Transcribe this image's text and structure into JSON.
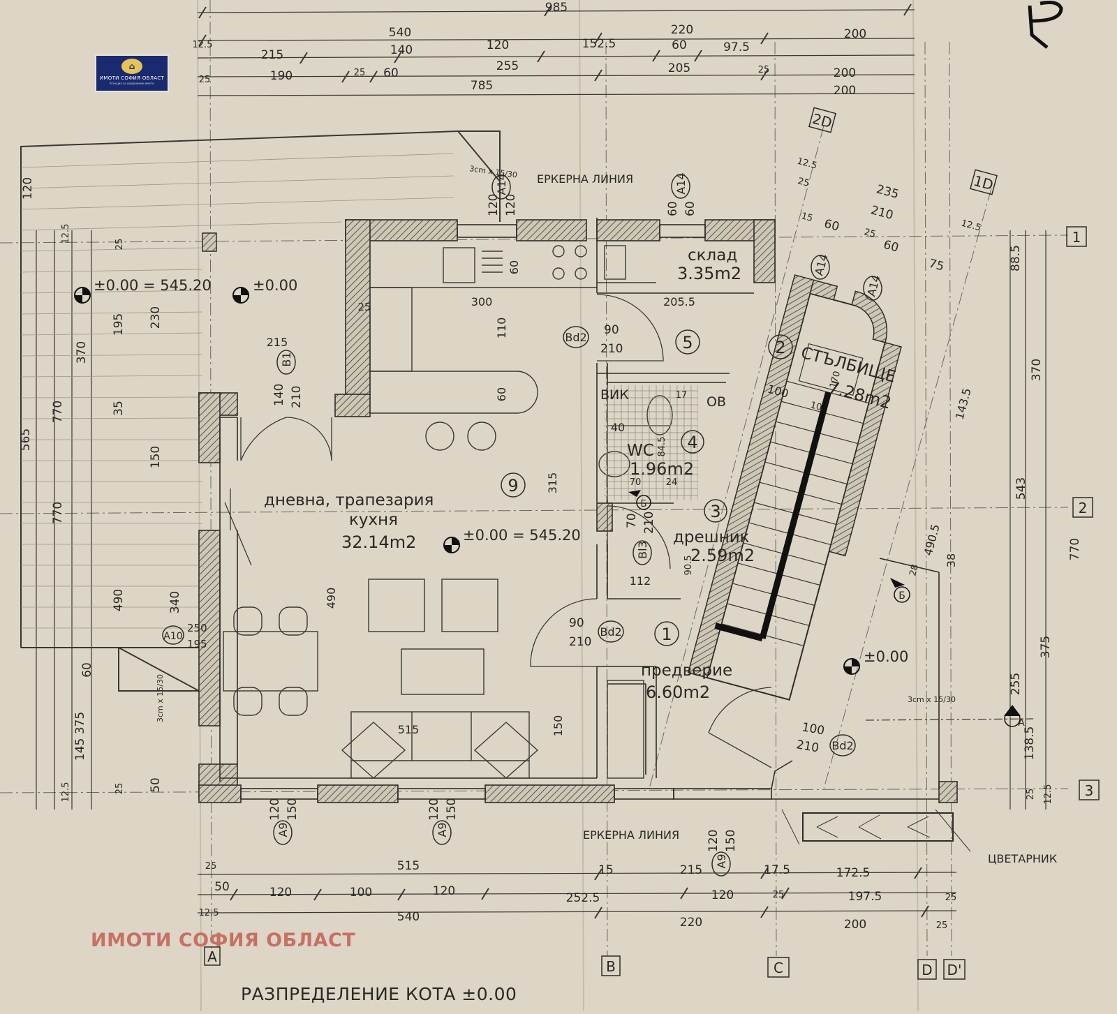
{
  "logo": {
    "name": "ИМОТИ СОФИЯ ОБЛАСТ",
    "subtitle": "Агенция за недвижими имоти",
    "icon": "building-icon"
  },
  "watermark": "ИМОТИ СОФИЯ ОБЛАСТ",
  "caption": "РАЗПРЕДЕЛЕНИЕ КОТА ±0.00",
  "bay_line_label": "ЕРКЕРНА ЛИНИЯ",
  "planter_label": "ЦВЕТАРНИК",
  "stair_note": "3cm x 15/30",
  "rooms": {
    "living": {
      "number": "9",
      "name1": "дневна, трапезария",
      "name2": "кухня",
      "area": "32.14m2"
    },
    "storage": {
      "number": "5",
      "name": "склад",
      "area": "3.35m2"
    },
    "stairwell": {
      "number": "2",
      "name": "СТЪЛБИЩЕ",
      "area": "7.28m2"
    },
    "wc": {
      "number": "4",
      "name": "WC",
      "area": "1.96m2"
    },
    "wardrobe": {
      "number": "3",
      "name": "дрешник",
      "area": "2.59m2"
    },
    "entrance": {
      "number": "1",
      "name": "предверие",
      "area": "6.60m2"
    }
  },
  "labels": {
    "vik": "ВИК",
    "ov": "ОВ"
  },
  "levels": {
    "main": "±0.00 = 545.20",
    "zero": "±0.00"
  },
  "grid_axes": {
    "A": "A",
    "B": "B",
    "C": "C",
    "D": "D",
    "Dp": "D'",
    "one": "1",
    "two": "2",
    "three": "3",
    "d1": "1D",
    "d2": "2D"
  },
  "doors": {
    "bd2_tag": "Bd2",
    "bd2_w": "90",
    "bd2_h": "210",
    "b1_tag": "B1",
    "b1_w": "140",
    "b1_h": "210",
    "bl3_tag": "Bl3",
    "bl3_w": "70",
    "bl3_h": "210",
    "front_w": "100",
    "front_h": "210"
  },
  "windows": {
    "a9": "A9",
    "a9_w": "120",
    "a9_h": "150",
    "a14": "A14",
    "a14_w": "60",
    "a14_h": "60",
    "a14b_w": "120",
    "a14b_h": "120",
    "a10": "A10",
    "a10_w": "250",
    "a10_h": "195"
  },
  "section_marks": {
    "a": "A",
    "b": "Б"
  },
  "dims": {
    "top_total": "985",
    "top_row2": [
      "540",
      "220",
      "200"
    ],
    "top_row3": [
      "215",
      "140",
      "120",
      "152.5",
      "60",
      "97.5"
    ],
    "top_row4": [
      "190",
      "60",
      "255",
      "205",
      "200"
    ],
    "top_row5": [
      "785",
      "200"
    ],
    "small25": "25",
    "small125": "12.5",
    "bottom_row1": [
      "515",
      "15",
      "215",
      "17.5",
      "172.5"
    ],
    "bottom_row2": [
      "50",
      "120",
      "100",
      "120",
      "252.5",
      "120",
      "197.5"
    ],
    "bottom_row3": [
      "540",
      "220",
      "200"
    ],
    "left_a": [
      "120",
      "370",
      "770",
      "565",
      "770"
    ],
    "left_b": [
      "195",
      "35",
      "150",
      "490"
    ],
    "left_c": [
      "230",
      "340",
      "145 375",
      "60",
      "50"
    ],
    "right_a": [
      "88.5",
      "370",
      "543",
      "770"
    ],
    "right_b": [
      "375",
      "138.5",
      "255"
    ],
    "diag": [
      "235",
      "210",
      "60",
      "60",
      "75",
      "15"
    ],
    "inner": [
      "300",
      "205.5",
      "110",
      "60",
      "60",
      "215",
      "315",
      "490",
      "515",
      "150",
      "112",
      "90.5",
      "143.5",
      "490.5",
      "38",
      "28",
      "100",
      "40",
      "24",
      "70",
      "84.5",
      "17",
      "10",
      "170"
    ]
  }
}
